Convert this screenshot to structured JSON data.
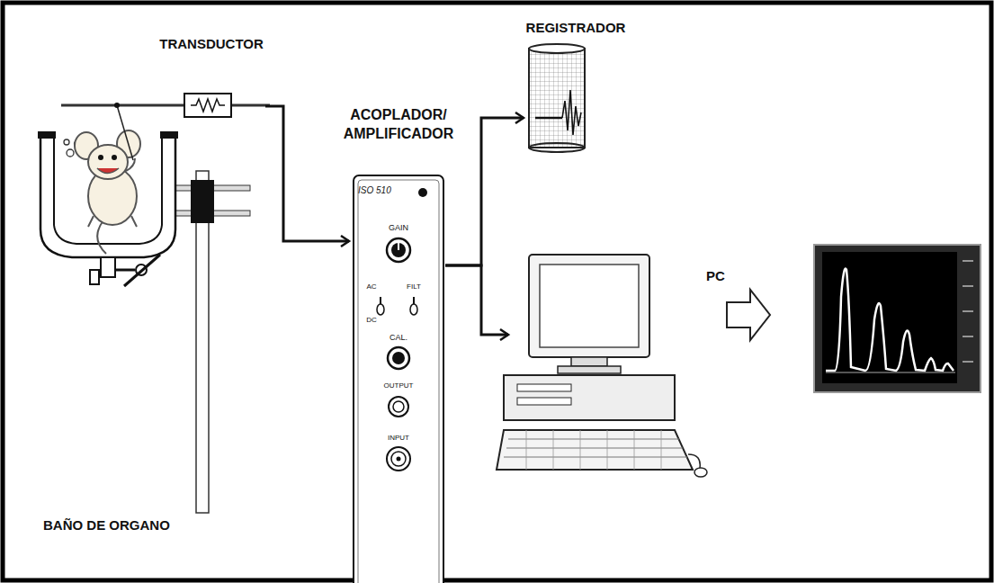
{
  "diagram": {
    "nodes": [
      {
        "text": [
          "TRANSDUCTOR"
        ]
      },
      {
        "text": [
          "REGISTRADOR"
        ]
      },
      {
        "text": [
          "ACOPLADOR/ AMPLIFICADOR",
          "ISO 510",
          "GAIN",
          "AC",
          "DC",
          "FILT",
          "CAL.",
          "OUTPUT",
          "INPUT"
        ]
      },
      {
        "text": [
          "PC"
        ]
      },
      {
        "text": [
          "BAÑO DE ORGANO"
        ]
      }
    ],
    "edges": [
      {
        "from": 0,
        "to": 2,
        "arrow": "to"
      },
      {
        "from": 2,
        "to": 1,
        "arrow": "to"
      },
      {
        "from": 2,
        "to": 3,
        "arrow": "to"
      }
    ]
  }
}
